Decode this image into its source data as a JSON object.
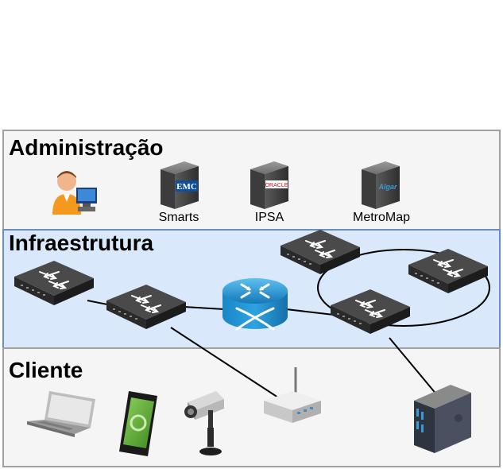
{
  "layers": {
    "administracao": {
      "title": "Administração"
    },
    "infraestrutura": {
      "title": "Infraestrutura"
    },
    "cliente": {
      "title": "Cliente"
    }
  },
  "admin_nodes": {
    "smarts": {
      "label": "Smarts",
      "logo": "EMC"
    },
    "ipsa": {
      "label": "IPSA",
      "logo": "ORACLE"
    },
    "metromap": {
      "label": "MetroMap",
      "logo": "Algar"
    }
  },
  "icons": {
    "admin_user": "admin-user-icon",
    "switch": "network-switch-icon",
    "router": "router-icon",
    "laptop": "laptop-icon",
    "smartphone": "smartphone-icon",
    "camera": "security-camera-icon",
    "access_point": "wireless-access-point-icon",
    "server": "server-tower-icon"
  },
  "colors": {
    "layer_border": "#a0a0a0",
    "admin_bg": "#f5f5f5",
    "infra_bg": "#dae8fc",
    "infra_border": "#6c8ebf",
    "client_bg": "#f5f5f5",
    "router_blue": "#1e88c9",
    "switch_dark": "#3a3a3a"
  }
}
